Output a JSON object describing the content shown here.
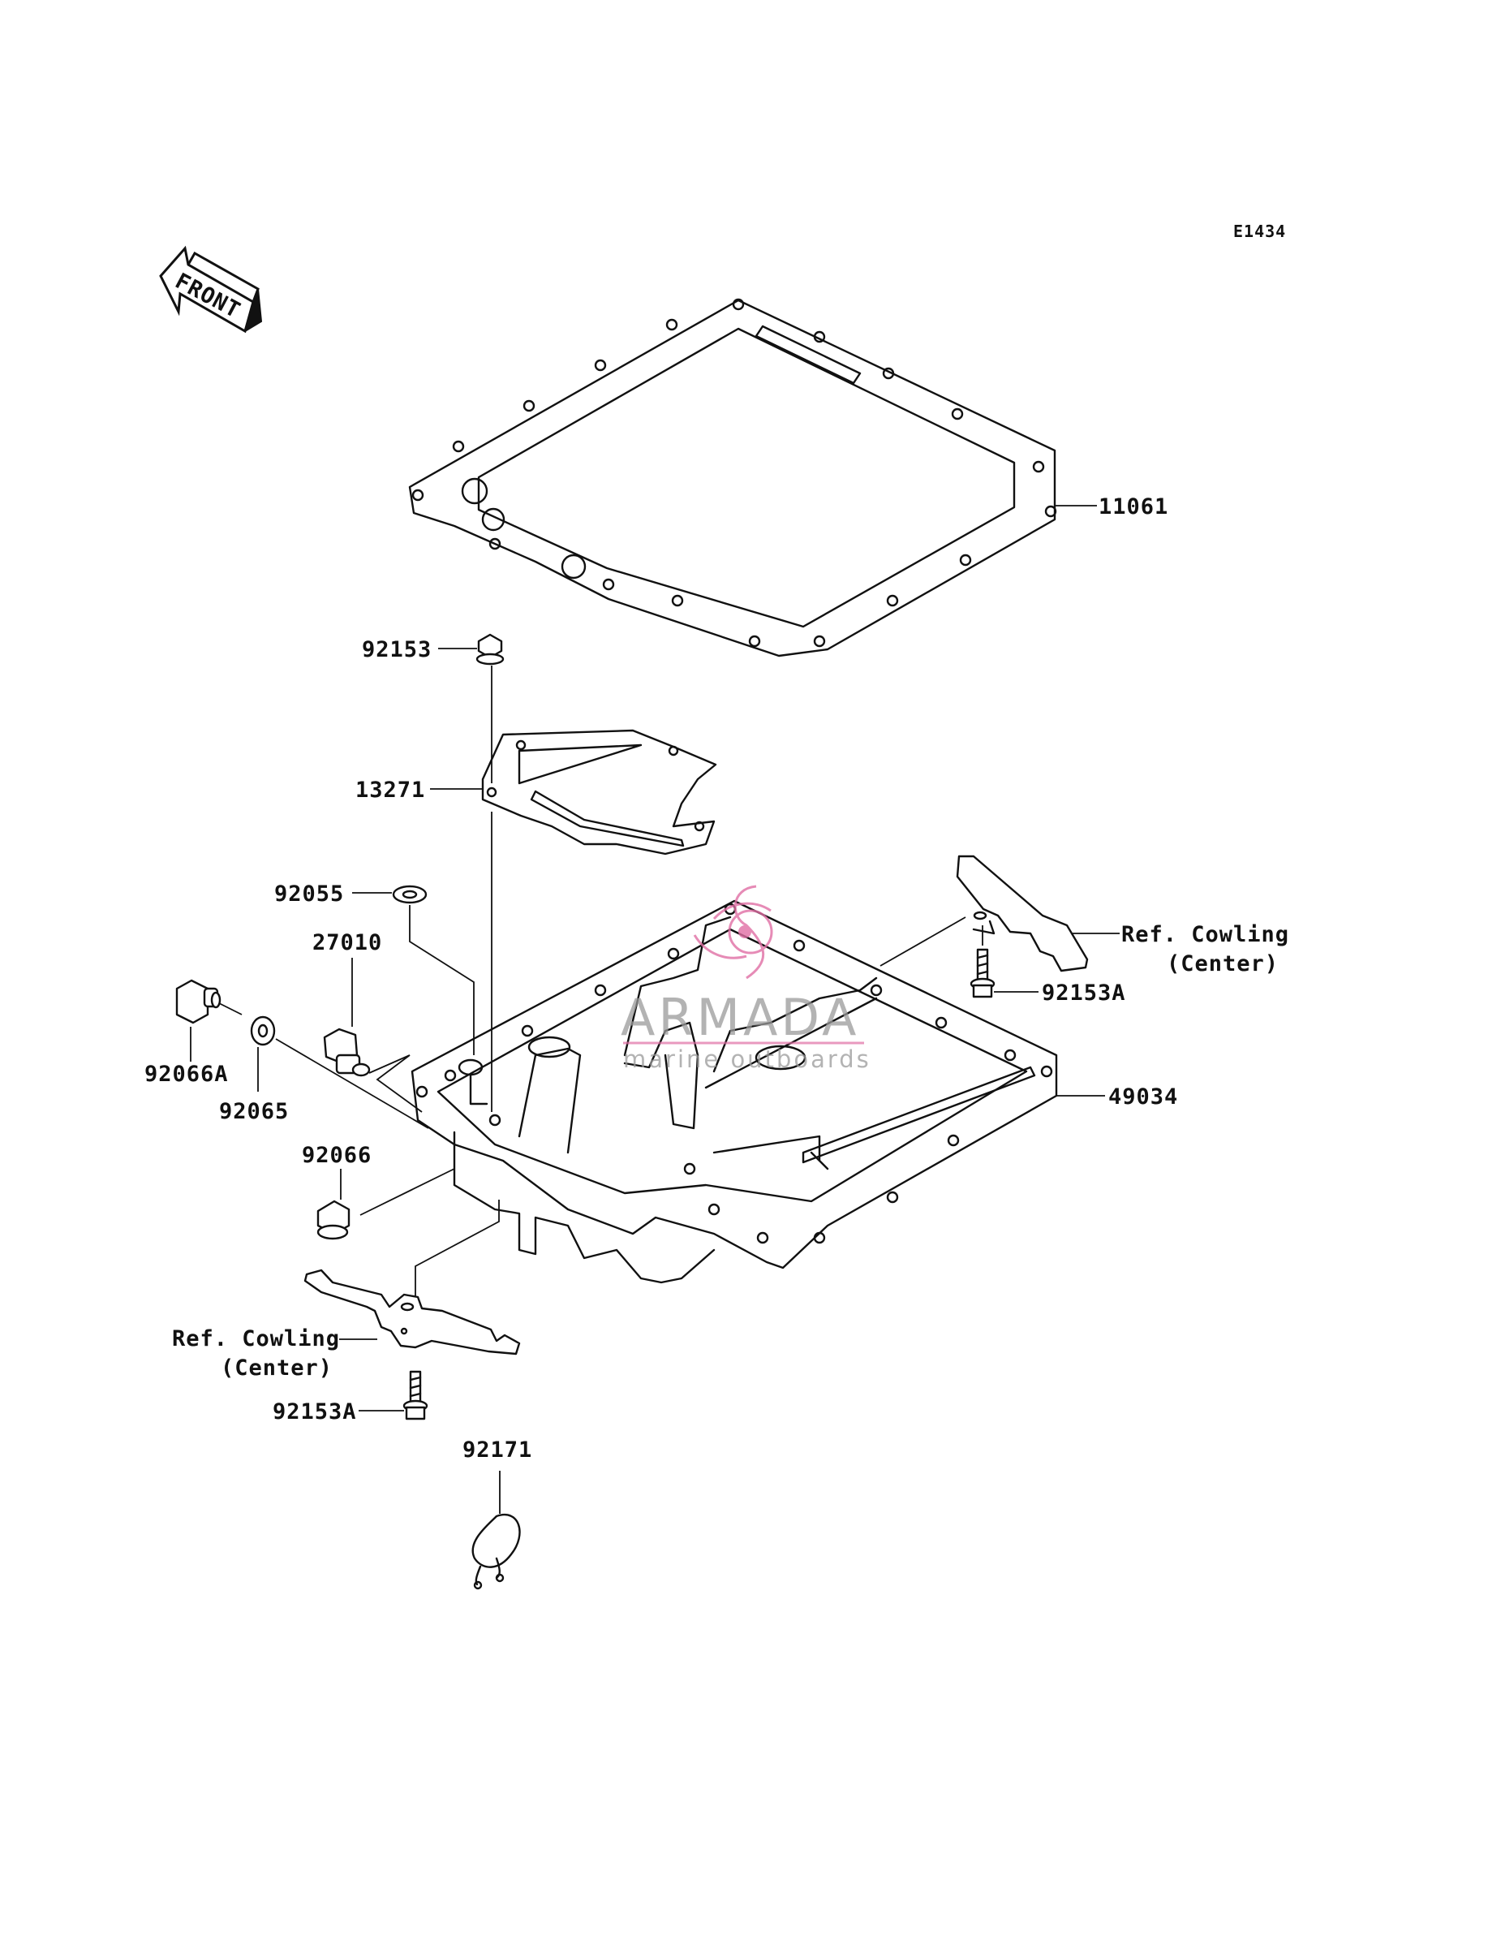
{
  "diagram": {
    "code": "E1434",
    "front_label": "FRONT",
    "watermark": {
      "name": "ARMADA",
      "tagline": "marine outboards",
      "accent": "#e06fa4"
    },
    "callouts": {
      "gasket_11061": "11061",
      "bolt_92153": "92153",
      "plate_13271": "13271",
      "washer_92055": "92055",
      "switch_27010": "27010",
      "plug_92066a": "92066A",
      "washer_92065": "92065",
      "plug_92066": "92066",
      "oilpan_49034": "49034",
      "bolt_92153a_right": "92153A",
      "bolt_92153a_left": "92153A",
      "clamp_92171": "92171",
      "ref_cowling_right": "Ref. Cowling",
      "ref_cowling_right_sub": "(Center)",
      "ref_cowling_left": "Ref. Cowling",
      "ref_cowling_left_sub": "(Center)"
    }
  }
}
